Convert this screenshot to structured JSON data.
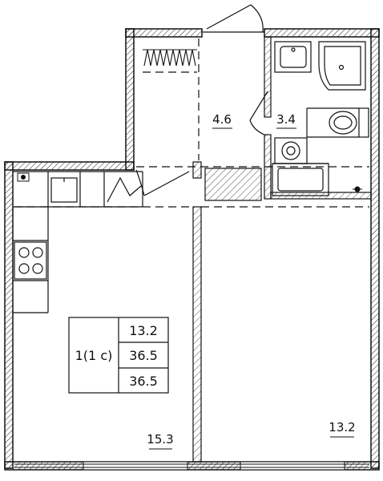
{
  "rooms": {
    "kitchen_living_area": "15.3",
    "bedroom_area": "13.2",
    "hallway_area": "4.6",
    "bathroom_area": "3.4"
  },
  "apartment_legend": {
    "type_label": "1(1 c)",
    "living_area": "13.2",
    "total_area": "36.5",
    "total_area_with_balcony": "36.5"
  }
}
